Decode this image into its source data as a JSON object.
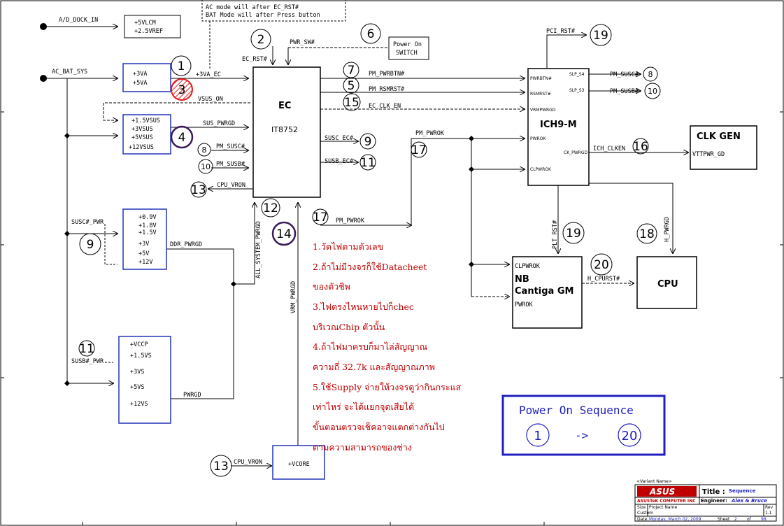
{
  "notice": {
    "line1": "AC mode will after EC_RST#",
    "line2": "BAT Mode will after Press button"
  },
  "nets": {
    "ad_dock_in": "A/D_DOCK_IN",
    "ac_bat_sys": "AC_BAT_SYS",
    "p3va_ec": "+3VA_EC",
    "vsus_on": "VSUS_ON",
    "sus_pwrgd": "SUS_PWRGD",
    "pm_susc": "PM_SUSC#",
    "pm_susb": "PM_SUSB#",
    "cpu_vron": "CPU_VRON",
    "ec_rst": "EC_RST#",
    "pwr_sw": "PWR_SW#",
    "pm_pwrbtn": "PM_PWRBTN#",
    "pm_rsmrst": "PM_RSMRST#",
    "ec_clk_en": "EC_CLK_EN",
    "susc_ec": "SUSC_EC#",
    "susb_ec": "SUSB_EC#",
    "pm_pwrok": "PM_PWROK",
    "pm_pwrok2": "PM_PWROK",
    "all_system_pwrgd": "ALL_SYSTEM_PWRGD",
    "vrm_pwrgd": "VRM_PWRGD",
    "susc_pwr": "SUSC#_PWR",
    "susb_pwr": "SUSB#_PWR",
    "ddr_pwrgd": "DDR_PWRGD",
    "pwrgd": "PWRGD",
    "cpu_vron2": "CPU_VRON",
    "pci_rst": "PCI_RST#",
    "pm_susc_out": "PM_SUSC#",
    "pm_susb_out": "PM_SUSB#",
    "ich_clken": "ICH_CLKEN",
    "plt_rst": "PLT_RST#",
    "h_pwrgd": "H_PWRGD",
    "h_cpurst": "H_CPURST#"
  },
  "blocks": {
    "vlcm": [
      "+5VLCM",
      "+2.5VREF"
    ],
    "va": [
      "+3VA",
      "+5VA"
    ],
    "vsus": [
      "+1.5VSUS",
      "+3VSUS",
      "+5VSUS",
      "+12VSUS"
    ],
    "ddr": [
      "+0.9V",
      "+1.8V",
      "+1.5V",
      "+3V",
      "+5V",
      "+12V"
    ],
    "vs": [
      "+VCCP",
      "+1.5VS",
      "+3VS",
      "+5VS",
      "+12VS"
    ],
    "vcore": "+VCORE",
    "poweron": [
      "Power On",
      "SWITCH"
    ],
    "ec_title": "EC",
    "ec_part": "IT8752",
    "ich_title": "ICH9-M",
    "ich_pins": {
      "pwrbtn": "PWRBTN#",
      "rsmrst": "RSMRST#",
      "vrmpwrgd": "VRMPWRGD",
      "pwrok": "PWROK",
      "clpwrok": "CLPWROK",
      "slp_s4": "SLP_S4",
      "slp_s3": "SLP_S3",
      "ck_pwrgd": "CK_PWRGD"
    },
    "clk_title": "CLK GEN",
    "clk_pin": "VTTPWR_GD",
    "nb_pin1": "CLPWROK",
    "nb_title1": "NB",
    "nb_title2": "Cantiga GM",
    "nb_pin2": "PWROK",
    "cpu": "CPU"
  },
  "markers": {
    "m1": "1",
    "m2": "2",
    "m3": "3",
    "m4": "4",
    "m5": "5",
    "m6": "6",
    "m7": "7",
    "m8a": "8",
    "m8b": "8",
    "m9a": "9",
    "m9b": "9",
    "m10a": "10",
    "m10b": "10",
    "m11a": "11",
    "m11b": "11",
    "m12": "12",
    "m13a": "13",
    "m13b": "13",
    "m14": "14",
    "m15": "15",
    "m16": "16",
    "m17a": "17",
    "m17b": "17",
    "m18": "18",
    "m19a": "19",
    "m19b": "19",
    "m20": "20"
  },
  "notes": [
    "1.วัดไฟตามตัวเลข",
    "2.ถ้าไม่มีวงจรก็ใช้Datacheet",
    "ของตัวชิพ",
    "3.ไฟตรงไหนหายไปก็chec",
    "บริเวณChip ตัวนั้น",
    "4.ถ้าไฟมาครบก็มาไล่สัญญาณ",
    "ความถี่ 32.7k และสัญญาณภาพ",
    "5.ใช้Supply จ่ายให้วงจรดูว่ากินกระแส",
    "เท่าไหร่ จะได้แยกจุดเสียได้",
    "ขั้นตอนตรวจเช็คอาจแตกต่างกันไป",
    "ตามความสามารถของช่าง"
  ],
  "sequence": {
    "title": "Power On Sequence",
    "start": "1",
    "arrow": "->",
    "end": "20"
  },
  "titleblock": {
    "variant": "<Variant Name>",
    "logo": "ASUS",
    "company": "ASUSTeK COMPUTER INC",
    "title_label": "Title :",
    "title_value": "Sequence",
    "engineer_label": "Engineer:",
    "engineer_value": "Alex & Bruce",
    "size_label": "Size",
    "size_value": "Custom",
    "project_label": "Project Name",
    "rev_label": "Rev",
    "rev_value": "1.1",
    "date_label": "Date:",
    "date_value": "Monday, March 02, 2009",
    "sheet_label": "Sheet",
    "sheet_value": "2",
    "of_label": "of",
    "of_value": "98"
  },
  "colors": {
    "wire": "#000000",
    "block_border": "#2233bb",
    "note_text": "#c00000",
    "marker3_fill": "#e02020",
    "marker4_ring": "#3a1a5a",
    "sequence_text": "#2020c0"
  }
}
